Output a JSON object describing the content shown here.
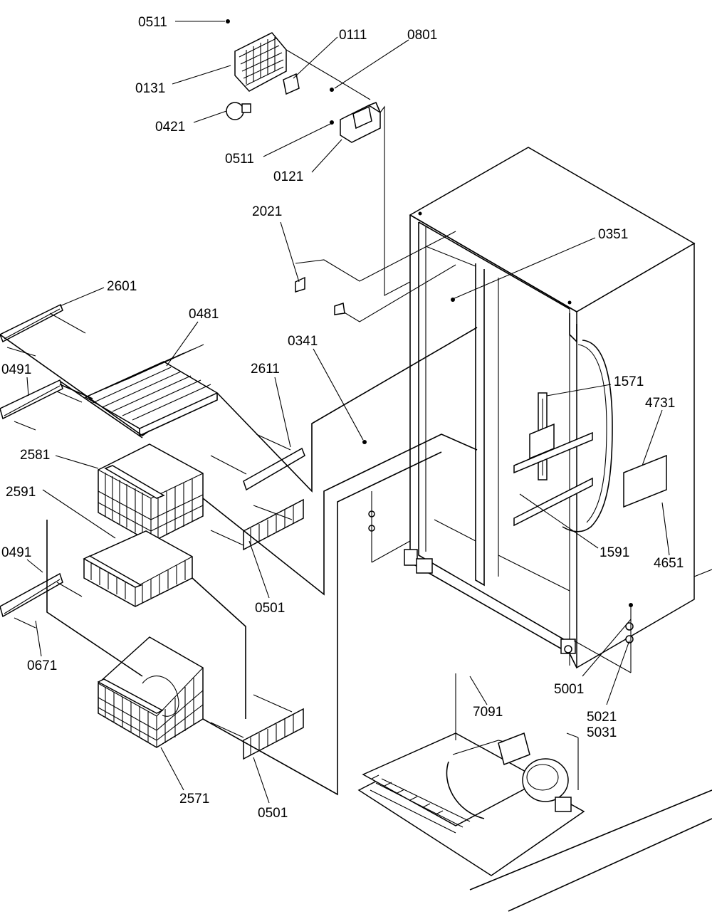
{
  "diagram": {
    "callouts": [
      {
        "id": "c0511a",
        "text": "0511"
      },
      {
        "id": "c0111",
        "text": "0111"
      },
      {
        "id": "c0801",
        "text": "0801"
      },
      {
        "id": "c0131",
        "text": "0131"
      },
      {
        "id": "c0421",
        "text": "0421"
      },
      {
        "id": "c0511b",
        "text": "0511"
      },
      {
        "id": "c0121",
        "text": "0121"
      },
      {
        "id": "c2021",
        "text": "2021"
      },
      {
        "id": "c0351",
        "text": "0351"
      },
      {
        "id": "c2601",
        "text": "2601"
      },
      {
        "id": "c0481",
        "text": "0481"
      },
      {
        "id": "c0341",
        "text": "0341"
      },
      {
        "id": "c0491a",
        "text": "0491"
      },
      {
        "id": "c2611",
        "text": "2611"
      },
      {
        "id": "c1571",
        "text": "1571"
      },
      {
        "id": "c4731",
        "text": "4731"
      },
      {
        "id": "c2581",
        "text": "2581"
      },
      {
        "id": "c2591",
        "text": "2591"
      },
      {
        "id": "c1591",
        "text": "1591"
      },
      {
        "id": "c4651",
        "text": "4651"
      },
      {
        "id": "c0491b",
        "text": "0491"
      },
      {
        "id": "c0501a",
        "text": "0501"
      },
      {
        "id": "c0671",
        "text": "0671"
      },
      {
        "id": "c5001",
        "text": "5001"
      },
      {
        "id": "c7091",
        "text": "7091"
      },
      {
        "id": "c5021",
        "text": "5021"
      },
      {
        "id": "c5031",
        "text": "5031"
      },
      {
        "id": "c2571",
        "text": "2571"
      },
      {
        "id": "c0501b",
        "text": "0501"
      }
    ]
  }
}
